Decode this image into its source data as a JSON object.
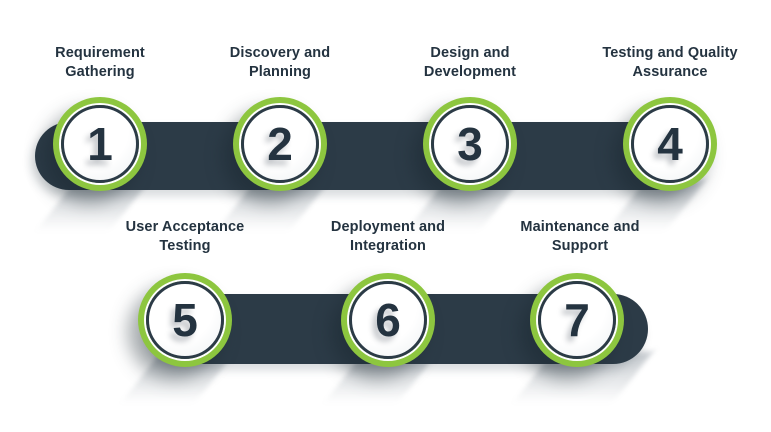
{
  "diagram": {
    "type": "process-timeline",
    "rows": 2,
    "step_count": 7
  },
  "colors": {
    "background": "#ffffff",
    "bar": "#2c3b47",
    "ring_green": "#8dc63f",
    "circle_fill": "#ffffff",
    "number": "#243340",
    "label_text": "#243340"
  },
  "steps": [
    {
      "number": "1",
      "label": "Requirement\nGathering"
    },
    {
      "number": "2",
      "label": "Discovery and\nPlanning"
    },
    {
      "number": "3",
      "label": "Design and\nDevelopment"
    },
    {
      "number": "4",
      "label": "Testing and Quality\nAssurance"
    },
    {
      "number": "5",
      "label": "User Acceptance\nTesting"
    },
    {
      "number": "6",
      "label": "Deployment and\nIntegration"
    },
    {
      "number": "7",
      "label": "Maintenance and\nSupport"
    }
  ]
}
